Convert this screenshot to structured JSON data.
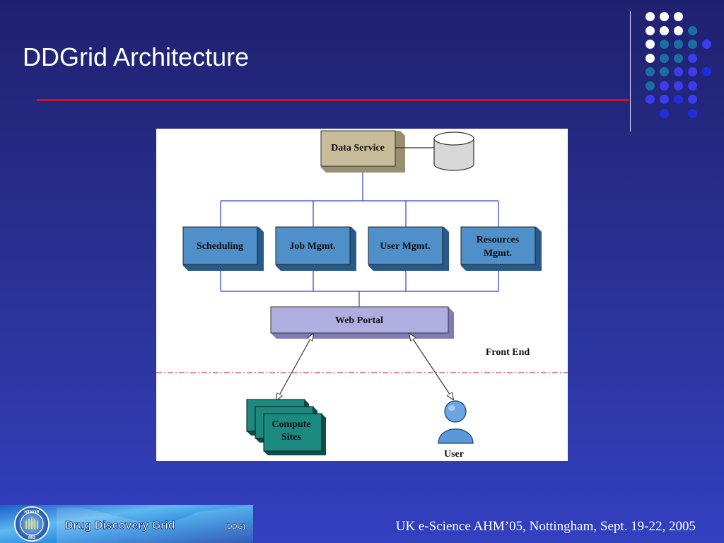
{
  "slide": {
    "title": "DDGrid Architecture",
    "footer": "UK e-Science AHM’05, Nottingham, Sept. 19-22, 2005"
  },
  "diagram": {
    "data_service": "Data Service",
    "modules": [
      {
        "line1": "Scheduling",
        "line2": ""
      },
      {
        "line1": "Job Mgmt.",
        "line2": ""
      },
      {
        "line1": "User Mgmt.",
        "line2": ""
      },
      {
        "line1": "Resources",
        "line2": "Mgmt."
      }
    ],
    "web_portal": "Web Portal",
    "front_end": "Front End",
    "compute_sites_line1": "Compute",
    "compute_sites_line2": "Sites",
    "user": "User"
  },
  "logo": {
    "banner_text": "Drug Discovery Grid",
    "banner_tag": "(DDG)",
    "emblem_top": "HTNOR",
    "emblem_bottom": "863"
  },
  "colors": {
    "title": "#ffffff",
    "rule": "#d0112b",
    "dot_white": "#ffffff",
    "dot_teal": "#1a6fa2",
    "dot_blue": "#3a3cf0",
    "dot_deep": "#1f2ddc",
    "data_service_fill": "#c8bc9a",
    "module_fill": "#4f8fca",
    "portal_fill": "#b0aee0",
    "compute_fill": "#1a8a80"
  }
}
